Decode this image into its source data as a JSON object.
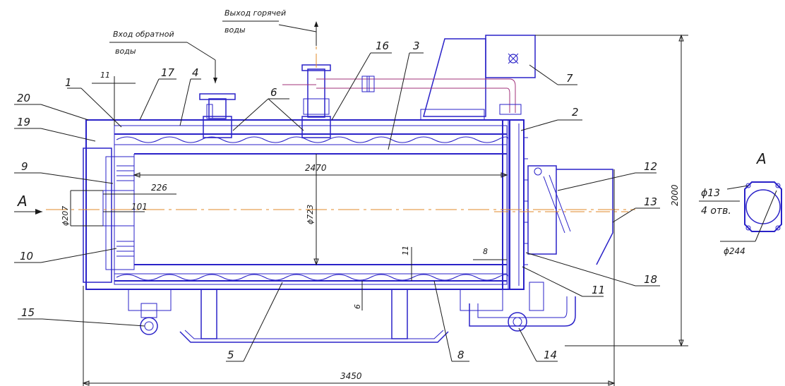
{
  "texts": {
    "inlet_line1": "Вход обратной",
    "inlet_line2": "воды",
    "outlet_line1": "Выход горячей",
    "outlet_line2": "воды",
    "section_label_right": "А",
    "section_arrow_label": "А",
    "hole_dia": "ϕ13",
    "hole_count": "4 отв.",
    "flange_dia": "ϕ244"
  },
  "dimensions": {
    "d_2470": "2470",
    "d_226": "226",
    "d_101": "101",
    "d_207": "ϕ207",
    "d_723": "ϕ723",
    "d_11_top": "11",
    "d_11_bottom": "11",
    "d_8": "8",
    "d_6": "6",
    "d_3450": "3450",
    "d_2000": "2000"
  },
  "callouts": {
    "c1": "1",
    "c2": "2",
    "c3": "3",
    "c4": "4",
    "c5": "5",
    "c6": "6",
    "c7": "7",
    "c8": "8",
    "c9": "9",
    "c10": "10",
    "c11": "11",
    "c12": "12",
    "c13": "13",
    "c14": "14",
    "c15": "15",
    "c16": "16",
    "c17": "17",
    "c18": "18",
    "c19": "19",
    "c20": "20"
  },
  "colors": {
    "ink": "#1a1a1a",
    "drawing_blue": "#2a22c8",
    "axis_orange": "#e08a2a",
    "pipe_magenta": "#a0307a"
  }
}
